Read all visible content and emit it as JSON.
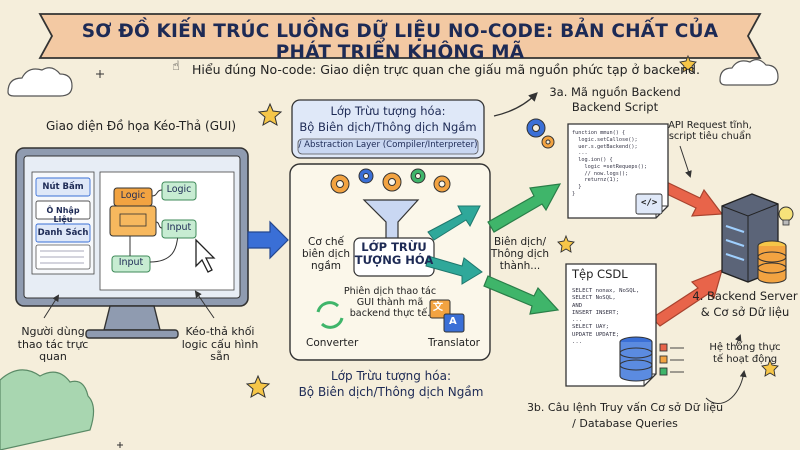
{
  "title": "SƠ ĐỒ KIẾN TRÚC LUỒNG DỮ LIỆU NO-CODE: BẢN CHẤT CỦA PHÁT TRIỂN KHÔNG MÃ",
  "subtitle": "Hiểu đúng No-code: Giao diện trực quan che giấu mã nguồn phức tạp ở backend.",
  "gui": {
    "heading": "Giao diện Đồ họa Kéo-Thả (GUI)",
    "components": [
      "Nút Bấm",
      "Ô Nhập Liệu",
      "Danh Sách"
    ],
    "blocks": {
      "logic_a": "Logic",
      "logic_b": "Logic",
      "input_a": "Input",
      "input_b": "Input"
    },
    "caption_left": "Người dùng thao tác trực quan",
    "caption_right": "Kéo-thả khối logic cấu hình sẵn"
  },
  "abstraction": {
    "title_line1": "Lớp Trừu tượng hóa:",
    "title_line2": "Bộ Biên dịch/Thông dịch Ngầm",
    "title_line3": "/ Abstraction Layer (Compiler/Interpreter)",
    "mechanism": "Cơ chế biên dịch ngầm",
    "core_label": "LỚP TRỪU TƯỢNG HÓA",
    "description": "Phiên dịch thao tác GUI thành mã backend thực tế.",
    "converter": "Converter",
    "translator": "Translator",
    "footer_line1": "Lớp Trừu tượng hóa:",
    "footer_line2": "Bộ Biên dịch/Thông dịch Ngầm"
  },
  "flow_label": "Biên dịch/ Thông dịch thành...",
  "backend": {
    "title_line1": "3a. Mã nguồn Backend",
    "title_line2": "Backend Script",
    "note": "API Request tĩnh, script tiêu chuẩn",
    "code": "function mmun() {\n  logic.setCallose();\n  uer.s.getBackend();\n  ...\n  log.ion() {\n    logic =setRequeps();\n    // now.logs();\n    returnz(1);\n  }\n}"
  },
  "database": {
    "title": "Tệp CSDL",
    "code": "SELECT nonax, NoSQL,\nSELECT NoSQL,\nAND\nINSERT INSERT;\n...\nSELECT UAY;\nUPDATE UPDATE;\n...",
    "caption_line1": "3b. Câu lệnh Truy vấn Cơ sở Dữ liệu",
    "caption_line2": "/ Database Queries"
  },
  "server": {
    "title_line1": "4. Backend Server",
    "title_line2": "& Cơ sở Dữ liệu",
    "note": "Hệ thống thực tế hoạt động"
  },
  "colors": {
    "background": "#f5eedb",
    "banner": "#f3c9a3",
    "title": "#1d2a55",
    "blue_arrow": "#3a6fd6",
    "green_arrow": "#3fb56a",
    "red_arrow": "#e8644a",
    "orange_block": "#f2a341"
  },
  "icons": [
    "pointing-hand-icon",
    "cloud-icon",
    "star-icon",
    "gear-icon",
    "funnel-icon",
    "recycle-arrows-icon",
    "translate-icon",
    "cursor-icon",
    "database-icon",
    "server-icon",
    "code-brackets-icon",
    "lightbulb-icon"
  ]
}
